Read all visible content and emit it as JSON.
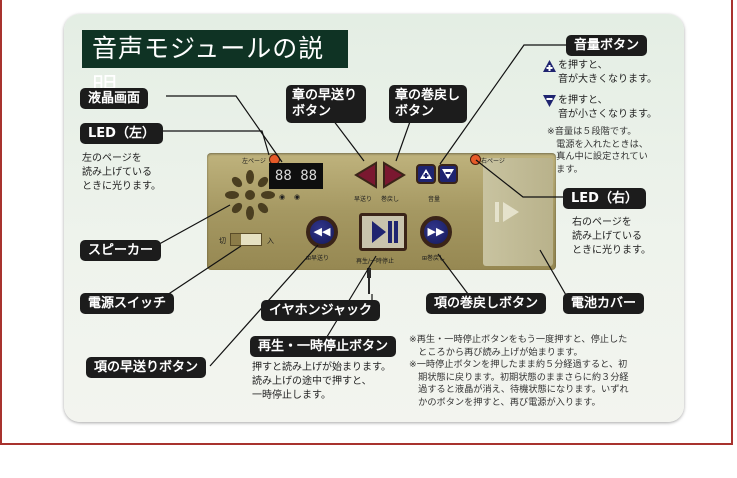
{
  "title": "音声モジュールの説明",
  "labels": {
    "lcd": "液晶画面",
    "led_left": "LED（左）",
    "speaker": "スピーカー",
    "power": "電源スイッチ",
    "chapter_fwd": "章の早送り\nボタン",
    "chapter_back": "章の巻戻し\nボタン",
    "volume": "音量ボタン",
    "led_right": "LED（右）",
    "earphone": "イヤホンジャック",
    "item_back": "項の巻戻しボタン",
    "battery": "電池カバー",
    "item_fwd": "項の早送りボタン",
    "play": "再生・一時停止ボタン"
  },
  "descriptions": {
    "led_left": "左のページを\n読み上げている\nときに光ります。",
    "led_right": "右のページを\n読み上げている\nときに光ります。",
    "vol_up": "を押すと、\n音が大きくなります。",
    "vol_down": "を押すと、\n音が小さくなります。",
    "vol_note": "※音量は５段階です。\n　電源を入れたときは、\n　真ん中に設定されてい\n　ます。",
    "play": "押すと読み上げが始まります。\n読み上げの途中で押すと、\n一時停止します。",
    "play_note": "※再生・一時停止ボタンをもう一度押すと、停止した\n　ところから再び読み上げが始まります。\n※一時停止ボタンを押したまま約５分経過すると、初\n　期状態に戻ります。初期状態のままさらに約３分経\n　過すると液晶が消え、待機状態になります。いずれ\n　かのボタンを押すと、再び電源が入ります。"
  },
  "device": {
    "lcd_text": "88 88",
    "left_page": "左ページ",
    "right_page": "右ページ",
    "chapter_fwd": "早送り",
    "chapter_back": "巻戻し",
    "volume": "音量",
    "power_off": "切",
    "power_on": "入",
    "item_fwd": "早送り",
    "play": "再生/一時停止",
    "item_back": "巻戻し"
  },
  "colors": {
    "label_bg": "#1c1c1c",
    "title_bg": "#0f3324",
    "frame": "#a8322e",
    "button_blue": "#1f2470",
    "chapter_button": "#7a1830",
    "led": "#e65a28"
  }
}
